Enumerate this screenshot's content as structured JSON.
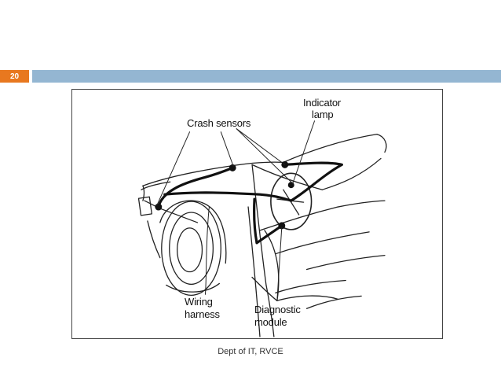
{
  "slide": {
    "number": "20",
    "accent_color": "#e8781f",
    "bar_color": "#94b6d2"
  },
  "diagram": {
    "labels": {
      "crash_sensors": "Crash sensors",
      "indicator_line1": "Indicator",
      "indicator_line2": "lamp",
      "wiring_line1": "Wiring",
      "wiring_line2": "harness",
      "diagnostic_line1": "Diagnostic",
      "diagnostic_line2": "module"
    }
  },
  "footer": {
    "text": "Dept of IT, RVCE"
  }
}
